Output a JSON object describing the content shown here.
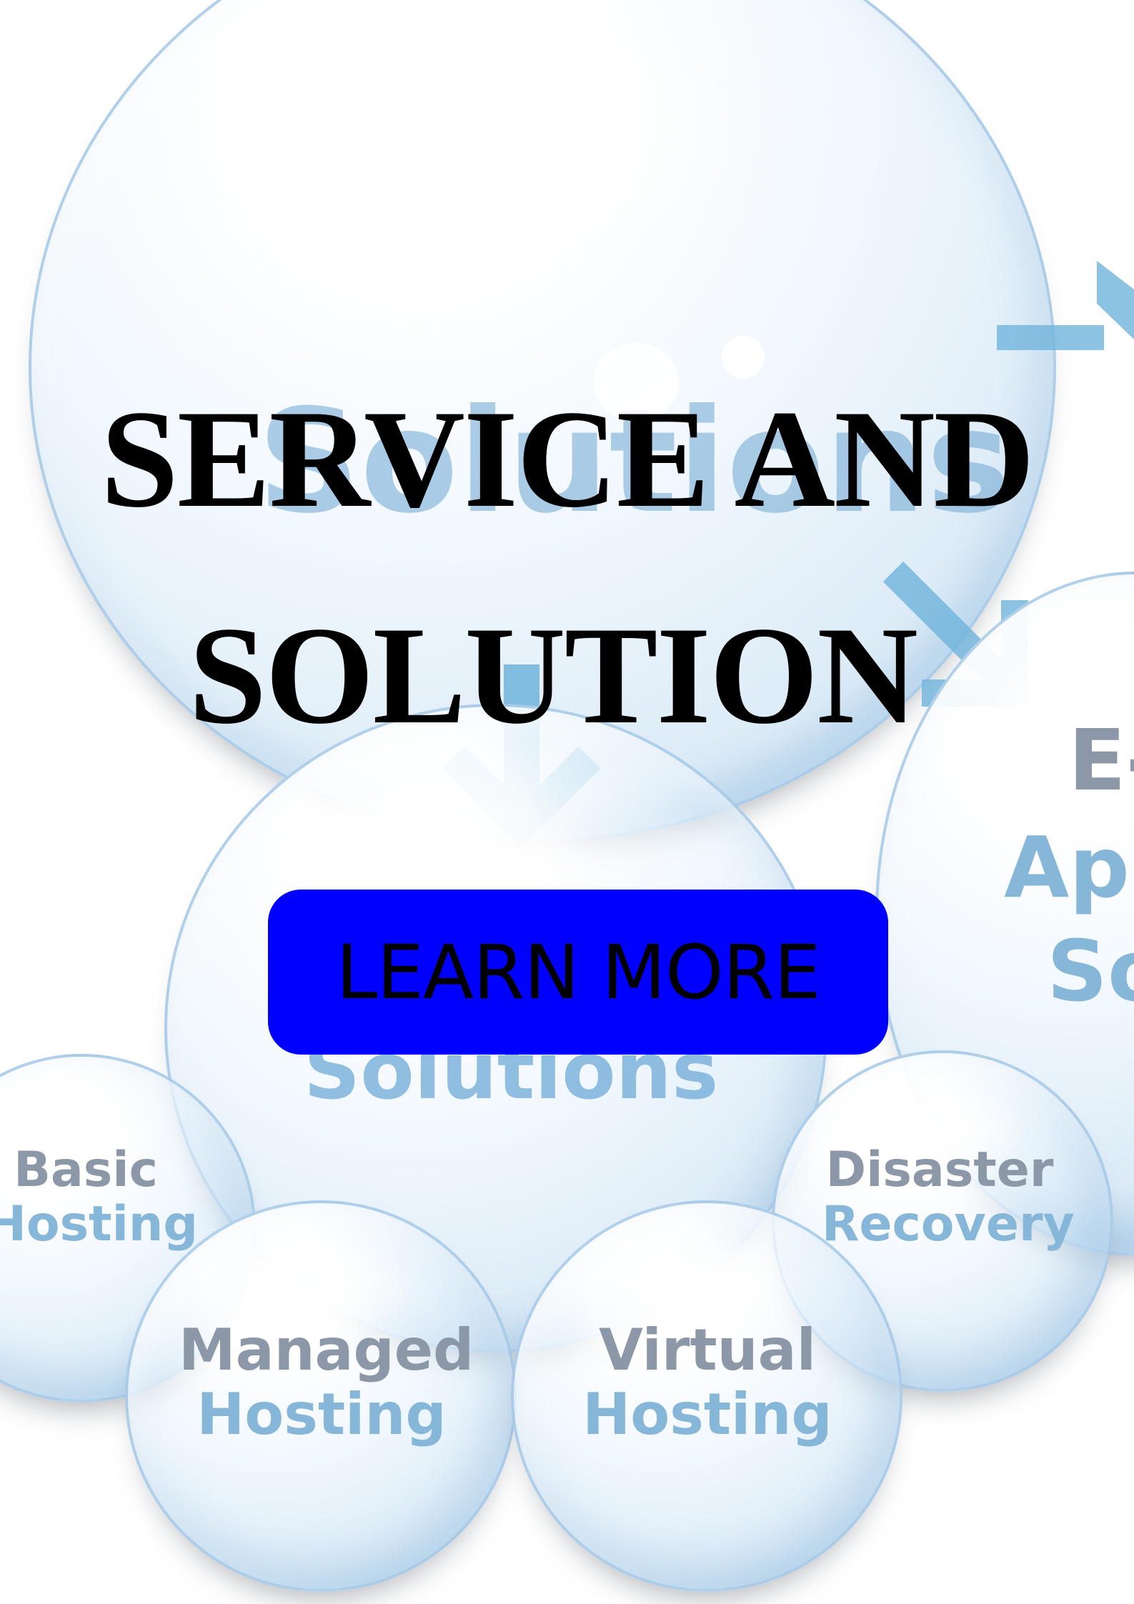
{
  "headline": {
    "line1": "SERVICE AND",
    "line2": "SOLUTION"
  },
  "cta": {
    "label": "LEARN MORE",
    "background": "#0000ff",
    "text_color": "#000000"
  },
  "background_graphic": {
    "large_bubble_text": "Solutions",
    "middle_bubble_text": "Solutions",
    "right_bubble_text": [
      "E-",
      "App",
      "So"
    ],
    "bubbles": [
      {
        "line1": "Basic",
        "line2": "Hosting"
      },
      {
        "line1": "Managed",
        "line2": "Hosting"
      },
      {
        "line1": "Virtual",
        "line2": "Hosting"
      },
      {
        "line1": "Disaster",
        "line2": "Recovery"
      }
    ],
    "arrow_color": "#6fb4dc"
  }
}
